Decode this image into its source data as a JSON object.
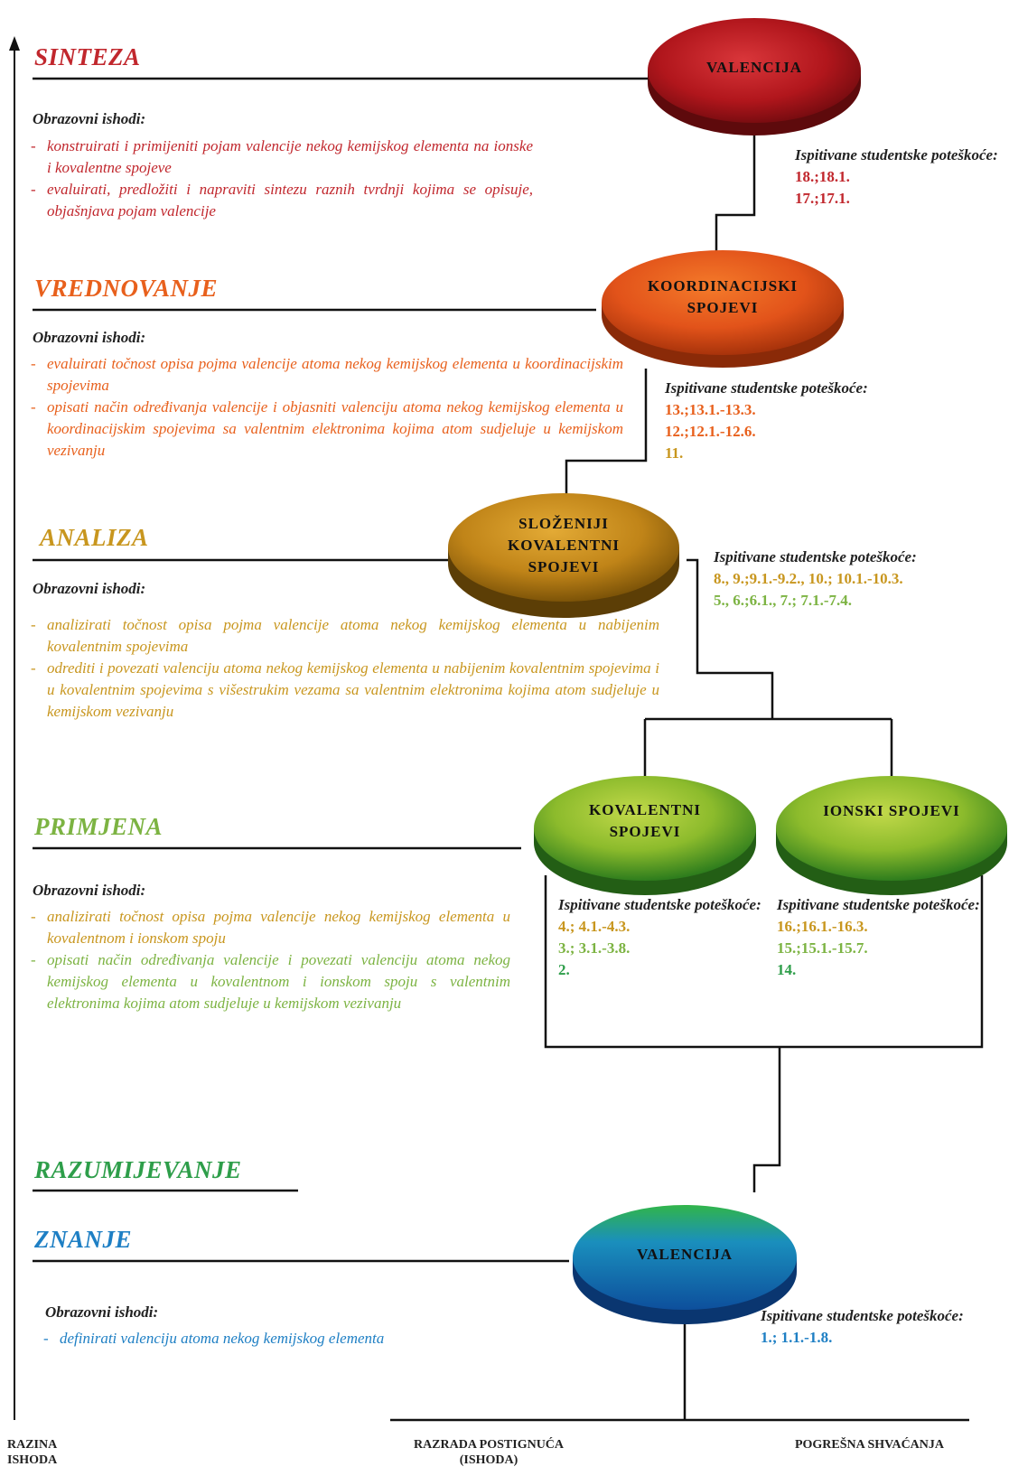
{
  "colors": {
    "synthesis": "#c1272d",
    "evaluation": "#e8601c",
    "analysis": "#c8961e",
    "application": "#7cb342",
    "comprehension": "#2e9e4a",
    "knowledge": "#1e7fc4",
    "line": "#111111"
  },
  "levels": {
    "sinteza": "SINTEZA",
    "vrednovanje": "VREDNOVANJE",
    "analiza": "ANALIZA",
    "primjena": "PRIMJENA",
    "razumijevanje": "RAZUMIJEVANJE",
    "znanje": "ZNANJE"
  },
  "outcomes_title": "Obrazovni ishodi:",
  "outcomes": {
    "sinteza": [
      "konstruirati i primijeniti pojam valencije nekog kemijskog elementa na ionske i kovalentne spojeve",
      "evaluirati, predložiti i napraviti sintezu raznih tvrdnji kojima se opisuje, objašnjava pojam valencije"
    ],
    "vrednovanje": [
      "evaluirati točnost opisa pojma valencije atoma nekog kemijskog elementa u koordinacijskim spojevima",
      "opisati način određivanja valencije i objasniti valenciju atoma nekog kemijskog elementa u koordinacijskim spojevima sa valentnim elektronima kojima atom sudjeluje u kemijskom vezivanju"
    ],
    "analiza": [
      "analizirati točnost opisa pojma valencije atoma nekog kemijskog elementa u nabijenim kovalentnim spojevima",
      "odrediti i povezati valenciju atoma nekog kemijskog elementa u nabijenim kovalentnim spojevima i u kovalentnim spojevima s višestrukim vezama sa valentnim elektronima kojima atom sudjeluje u kemijskom vezivanju"
    ],
    "primjena": [
      "analizirati točnost opisa pojma valencije nekog kemijskog elementa u kovalentnom i ionskom spoju",
      "opisati način određivanja valencije i povezati valenciju atoma nekog kemijskog elementa u kovalentnom i ionskom spoju s valentnim elektronima kojima atom sudjeluje u kemijskom vezivanju"
    ],
    "znanje": [
      "definirati valenciju atoma nekog kemijskog elementa"
    ]
  },
  "nodes": {
    "valencija_top": [
      "VALENCIJA"
    ],
    "koordinacijski": [
      "KOORDINACIJSKI",
      "SPOJEVI"
    ],
    "slozeniji": [
      "SLOŽENIJI",
      "KOVALENTNI",
      "SPOJEVI"
    ],
    "kovalentni": [
      "KOVALENTNI",
      "SPOJEVI"
    ],
    "ionski": [
      "IONSKI SPOJEVI"
    ],
    "valencija_bottom": [
      "VALENCIJA"
    ]
  },
  "difficulties": {
    "title": "Ispitivane studentske poteškoće:",
    "sinteza": [
      "18.;18.1.",
      "17.;17.1."
    ],
    "vrednovanje": [
      "13.;13.1.-13.3.",
      "12.;12.1.-12.6.",
      "11."
    ],
    "analiza": [
      "8., 9.;9.1.-9.2., 10.; 10.1.-10.3.",
      "5., 6.;6.1., 7.; 7.1.-7.4."
    ],
    "kovalentni": [
      "4.; 4.1.-4.3.",
      "3.; 3.1.-3.8.",
      "2."
    ],
    "ionski": [
      "16.;16.1.-16.3.",
      "15.;15.1.-15.7.",
      "14."
    ],
    "znanje": [
      "1.; 1.1.-1.8."
    ]
  },
  "axis": {
    "y_label": "RAZINA ISHODA",
    "x_label": "RAZRADA POSTIGNUĆA (ISHODA)",
    "x_right_label": "POGREŠNA SHVAĆANJA"
  }
}
